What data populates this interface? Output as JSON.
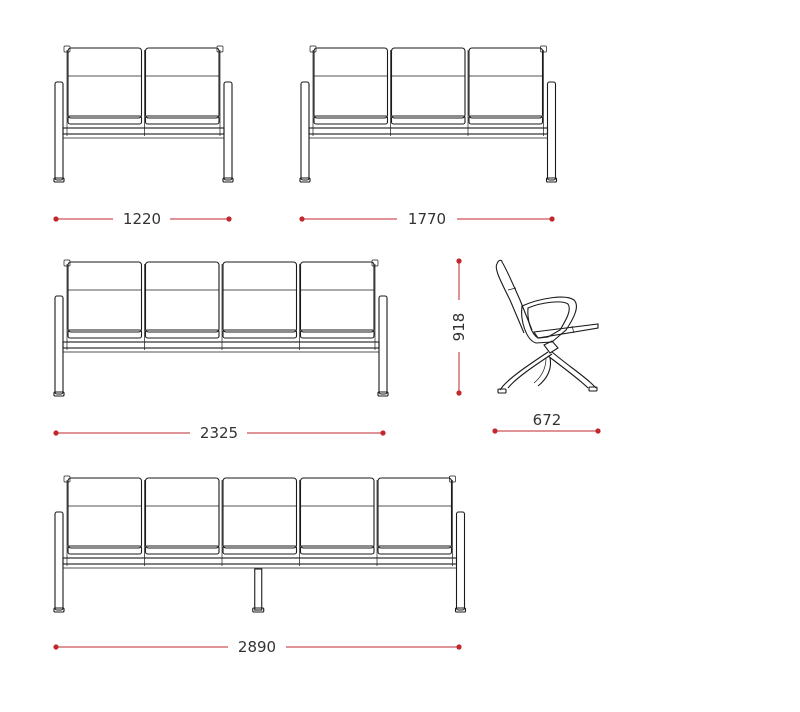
{
  "colors": {
    "dimension": "#c1272d",
    "line": "#1a1a1a",
    "text": "#333333",
    "background": "#ffffff"
  },
  "benches": [
    {
      "seats": 2,
      "width_label": "1220"
    },
    {
      "seats": 3,
      "width_label": "1770"
    },
    {
      "seats": 4,
      "width_label": "2325"
    },
    {
      "seats": 5,
      "width_label": "2890",
      "center_leg": true
    }
  ],
  "side_view": {
    "height_label": "918",
    "depth_label": "672"
  }
}
